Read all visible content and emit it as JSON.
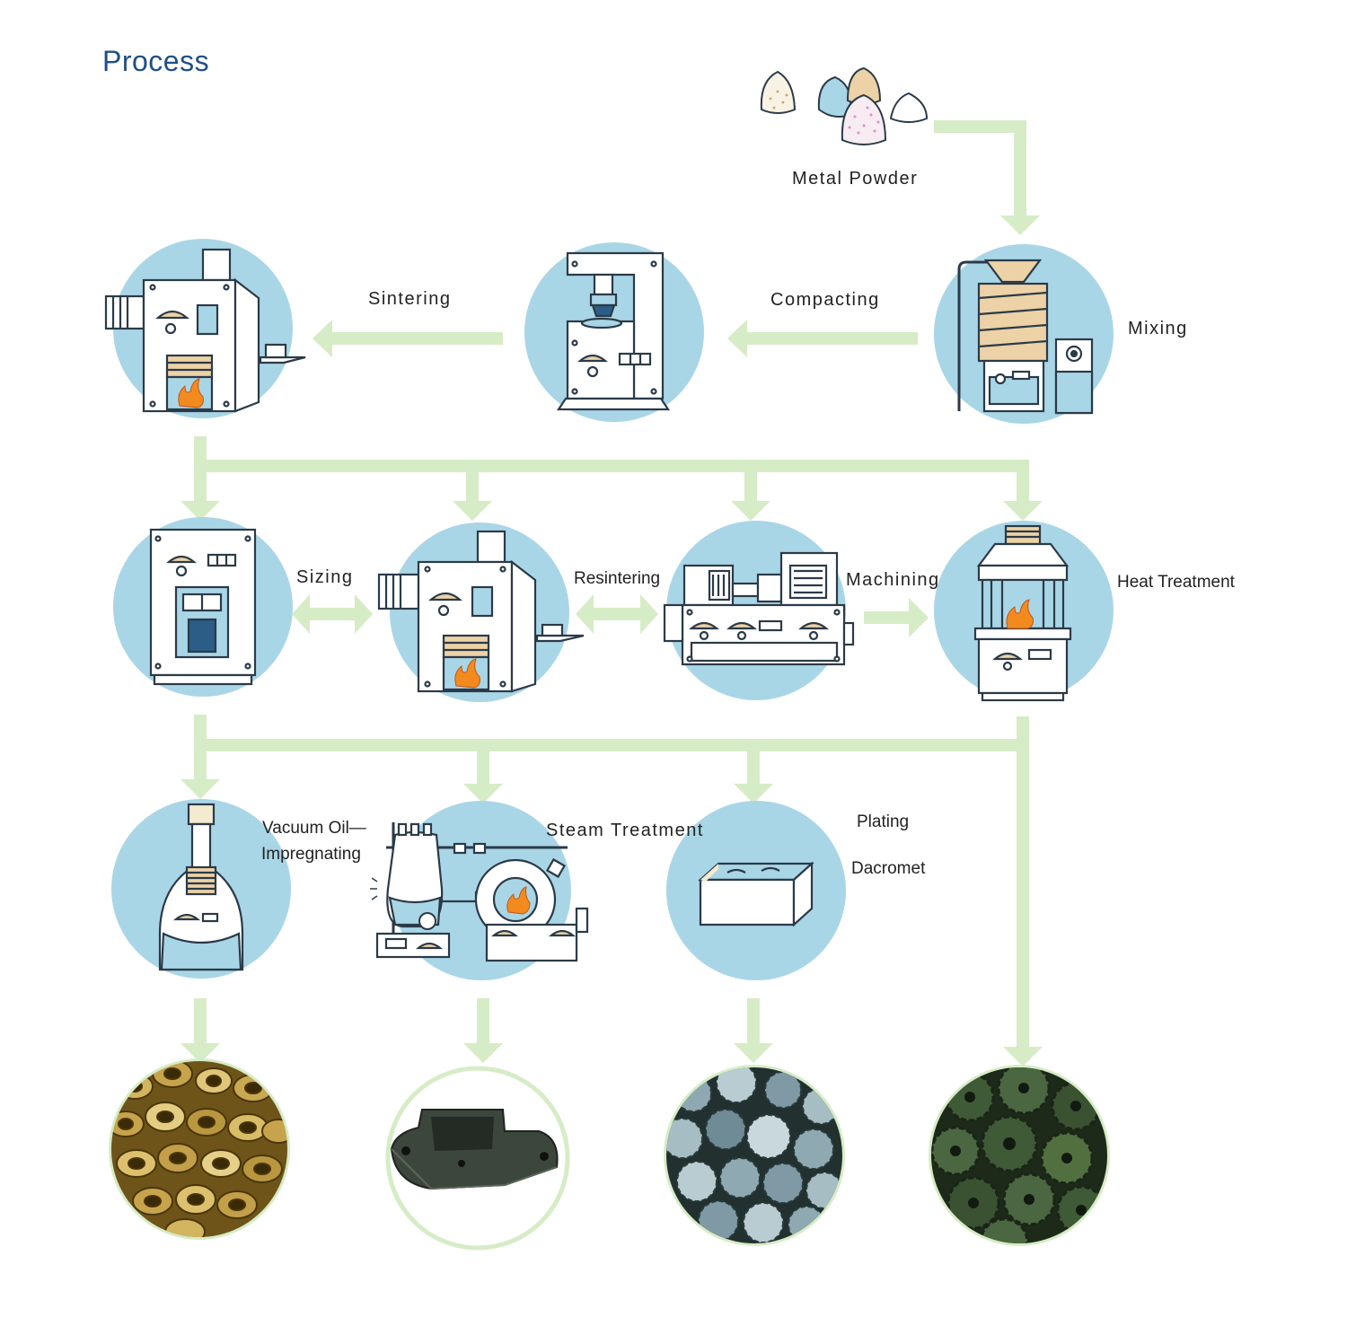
{
  "title": "Process",
  "colors": {
    "arrow": "#d6ecc6",
    "circle": "#a9d6e6",
    "machine_fill": "#ffffff",
    "machine_stroke": "#2b3a48",
    "flame": "#f28a1e",
    "title": "#1f4f86",
    "bronze": "#b8973e",
    "dark_green": "#3f5a36",
    "steel": "#7f99a5"
  },
  "nodes": {
    "metal_powder": "Metal Powder",
    "mixing": "Mixing",
    "compacting": "Compacting",
    "sintering": "Sintering",
    "sizing": "Sizing",
    "resintering": "Resintering",
    "machining": "Machining",
    "heat_treatment": "Heat Treatment",
    "vacuum_line1": "Vacuum Oil—",
    "vacuum_line2": "Impregnating",
    "steam_treatment": "Steam Treatment",
    "plating": "Plating",
    "dacromet": "Dacromet"
  },
  "products": [
    {
      "name": "oil-impregnated-bushings",
      "icon": "bronze-bushings"
    },
    {
      "name": "steam-treated-part",
      "icon": "dark-bracket"
    },
    {
      "name": "plated-gears",
      "icon": "steel-gears"
    },
    {
      "name": "heat-treated-gears",
      "icon": "green-gears"
    }
  ]
}
